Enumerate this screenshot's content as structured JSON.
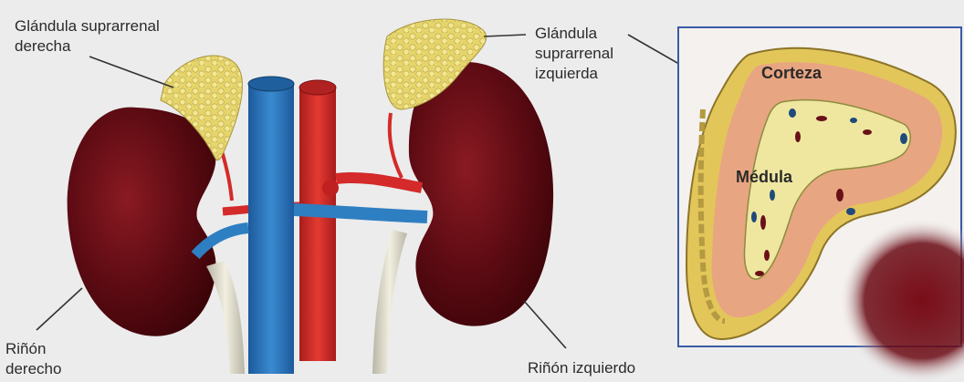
{
  "labels": {
    "right_adrenal": [
      "Glándula suprarrenal",
      "derecha"
    ],
    "left_adrenal": [
      "Glándula",
      "suprarrenal",
      "izquierda"
    ],
    "right_kidney": [
      "Riñón",
      "derecho"
    ],
    "left_kidney": "Riñón izquierdo",
    "cortex": "Corteza",
    "medulla": "Médula"
  },
  "colors": {
    "background": "#ececec",
    "kidney": "#5a0a12",
    "vein": "#2e7fc2",
    "artery": "#d42a2a",
    "adrenal": "#e6d66e",
    "cortex": "#e8a582",
    "medulla": "#efe7a0",
    "inset_border": "#3a5aa6"
  }
}
